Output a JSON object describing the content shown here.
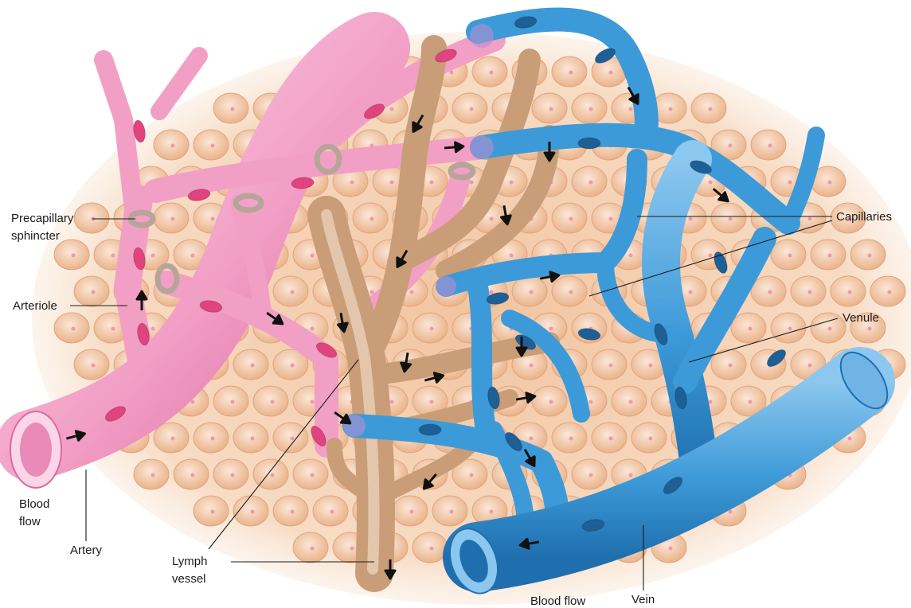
{
  "labels": {
    "precapillary_sphincter": [
      "Precapillary",
      "sphincter"
    ],
    "arteriole": "Arteriole",
    "capillaries": "Capillaries",
    "venule": "Venule",
    "vein": "Vein",
    "artery": "Artery",
    "lymph_vessel": [
      "Lymph",
      "vessel"
    ],
    "blood_flow_left": [
      "Blood",
      "flow"
    ],
    "blood_flow_bottom": "Blood flow"
  },
  "colors": {
    "artery": "#f29fc6",
    "artery_dark": "#d96aa1",
    "artery_light": "#fbd6e8",
    "vein": "#3d9ad8",
    "vein_dark": "#1f6fae",
    "vein_light": "#8cc7ef",
    "lymph": "#c99d78",
    "lymph_dark": "#a8774f",
    "lymph_light": "#ead1b8",
    "tissue": "#f6d9bf",
    "cell": "#f3c7a3",
    "nucleus": "#f07aa6",
    "rbc_artery": "#e0437d",
    "rbc_vein": "#1e5f96",
    "text": "#1a1a1a"
  }
}
